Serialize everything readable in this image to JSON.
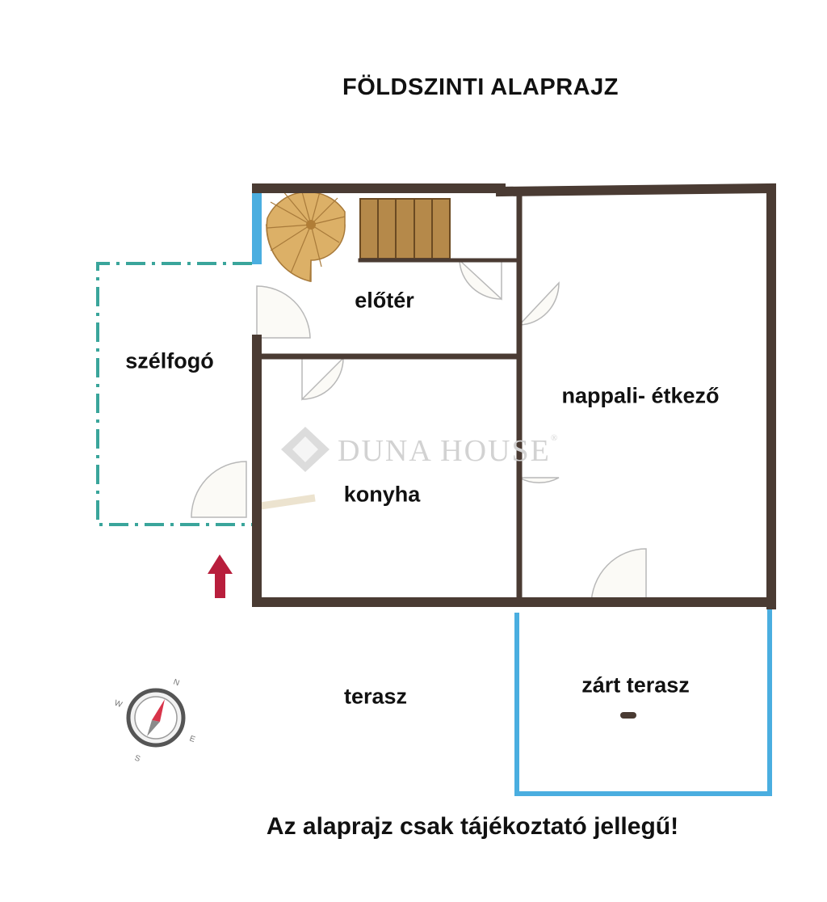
{
  "title": "FÖLDSZINTI ALAPRAJZ",
  "disclaimer": "Az alaprajz csak tájékoztató jellegű!",
  "rooms": {
    "eloter": "előtér",
    "szelfogo": "szélfogó",
    "konyha": "konyha",
    "nappali": "nappali- étkező",
    "terasz": "terasz",
    "zart_terasz": "zárt terasz"
  },
  "watermark": {
    "text": "DUNA HOUSE",
    "registered": "®"
  },
  "compass": {
    "n": "N",
    "e": "E",
    "s": "S",
    "w": "W"
  },
  "colors": {
    "wall": "#4a3b33",
    "window": "#4aaee0",
    "dashed_outline": "#3aa59b",
    "stairs": "#b5894a",
    "spiral_stairs": "#d9ad62",
    "entrance_arrow": "#b81e3c",
    "door_fill": "#fbfaf6"
  }
}
